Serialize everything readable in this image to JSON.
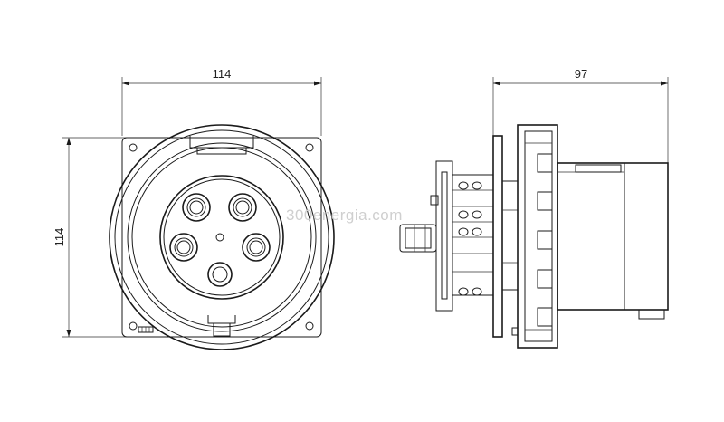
{
  "dimensions": {
    "front_width": "114",
    "front_height": "114",
    "side_depth": "97"
  },
  "watermark": {
    "text": "300energia.com"
  },
  "colors": {
    "line": "#1a1a1a",
    "background": "#ffffff",
    "watermark": "#cfcfcf"
  }
}
